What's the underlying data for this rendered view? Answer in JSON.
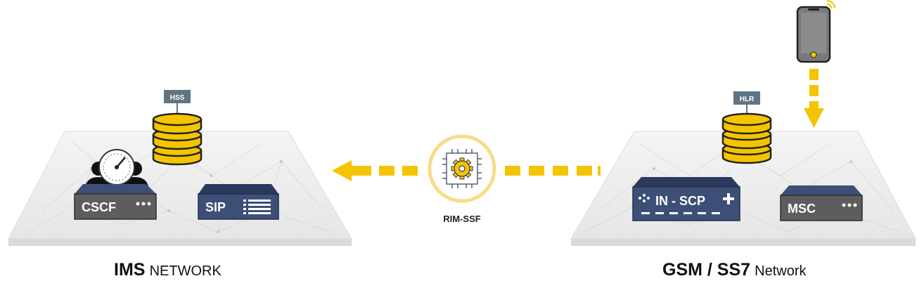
{
  "ims": {
    "hss_tag": "HSS",
    "cscf_label": "CSCF",
    "sip_label": "SIP",
    "caption_bold": "IMS",
    "caption_rest": "NETWORK"
  },
  "gsm": {
    "hlr_tag": "HLR",
    "inscp_label": "IN - SCP",
    "msc_label": "MSC",
    "caption_bold": "GSM / SS7",
    "caption_rest": "Network"
  },
  "center": {
    "label": "RIM-SSF"
  },
  "colors": {
    "accent_yellow": "#F5C400",
    "panel_dark": "#5d5d5d",
    "panel_navy": "#3d4f77",
    "tag_slate": "#5f7584",
    "platform": "#ececec"
  }
}
